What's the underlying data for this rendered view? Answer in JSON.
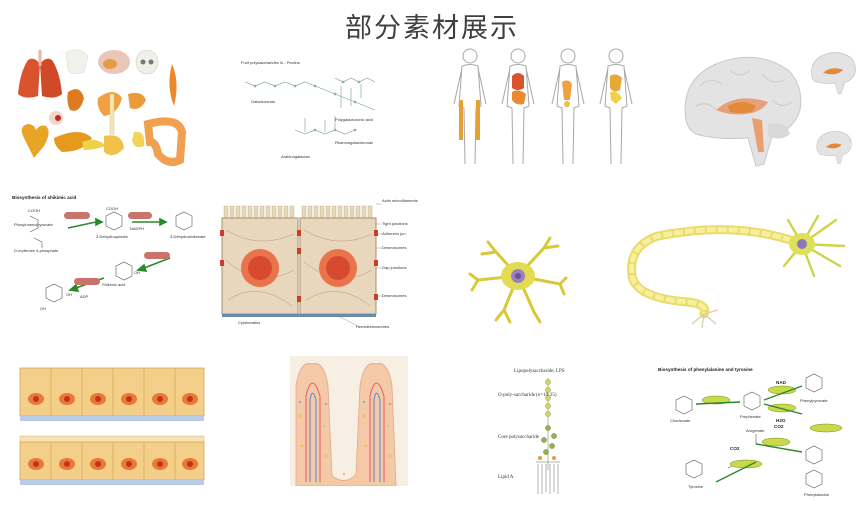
{
  "page_title": "部分素材展示",
  "tiles": {
    "polymer": {
      "title": "Fruit polysaccharides in - Pectins",
      "labels": [
        "Galacturonan",
        "Polygalacturonic acid",
        "Arabinogalactan",
        "Rhamnogalacturonan"
      ]
    },
    "shikimate": {
      "title": "Biosynthesis of shikimic acid",
      "labels": [
        "Phosphoenolpyruvate",
        "D-erythrose 4-phosphate",
        "3-Dehydroquinate",
        "3-Dehydroshikimate",
        "Shikimic acid",
        "NADPH",
        "ADP"
      ],
      "atoms": [
        "COOH",
        "COOH",
        "OH",
        "OH",
        "OH"
      ]
    },
    "epithelium": {
      "labels": [
        "Actin microfilaments",
        "Tight junctions",
        "Adherens jun.",
        "Desmosomes",
        "Gap junctions",
        "Desmosomes",
        "Cytokeratins",
        "Hemidesmosomes"
      ]
    },
    "lps": {
      "title": "Lipopolysaccharide, LPS",
      "labels": [
        "O-poly-saccharide (n=10-25)",
        "Core polysaccharide",
        "Lipid A"
      ]
    },
    "phenylalanine": {
      "title": "Biosynthesis of phenylalanine and tyrosine",
      "labels": [
        "Chorismate",
        "Prephenate",
        "Arogenate",
        "Phenylpyruvate",
        "Tyrosine",
        "Phenylalanine",
        "NAD",
        "CO2",
        "H2O",
        "CO2"
      ]
    }
  }
}
